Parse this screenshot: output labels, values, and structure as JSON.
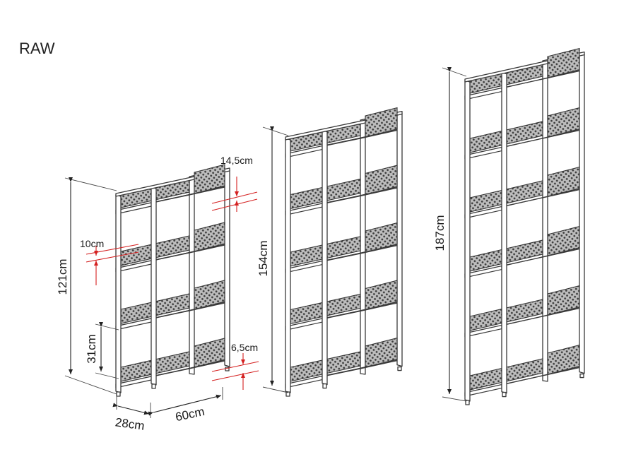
{
  "title": "RAW",
  "colors": {
    "lines": "#3a3a3a",
    "accent": "#d42020",
    "background": "#ffffff"
  },
  "shelf_small": {
    "height": "121cm",
    "depth": "28cm",
    "width": "60cm",
    "shelf_gap": "31cm",
    "top_gap": "14,5cm",
    "panel_gap": "10cm",
    "bottom_gap": "6,5cm"
  },
  "shelf_medium": {
    "height": "154cm"
  },
  "shelf_tall": {
    "height": "187cm"
  }
}
